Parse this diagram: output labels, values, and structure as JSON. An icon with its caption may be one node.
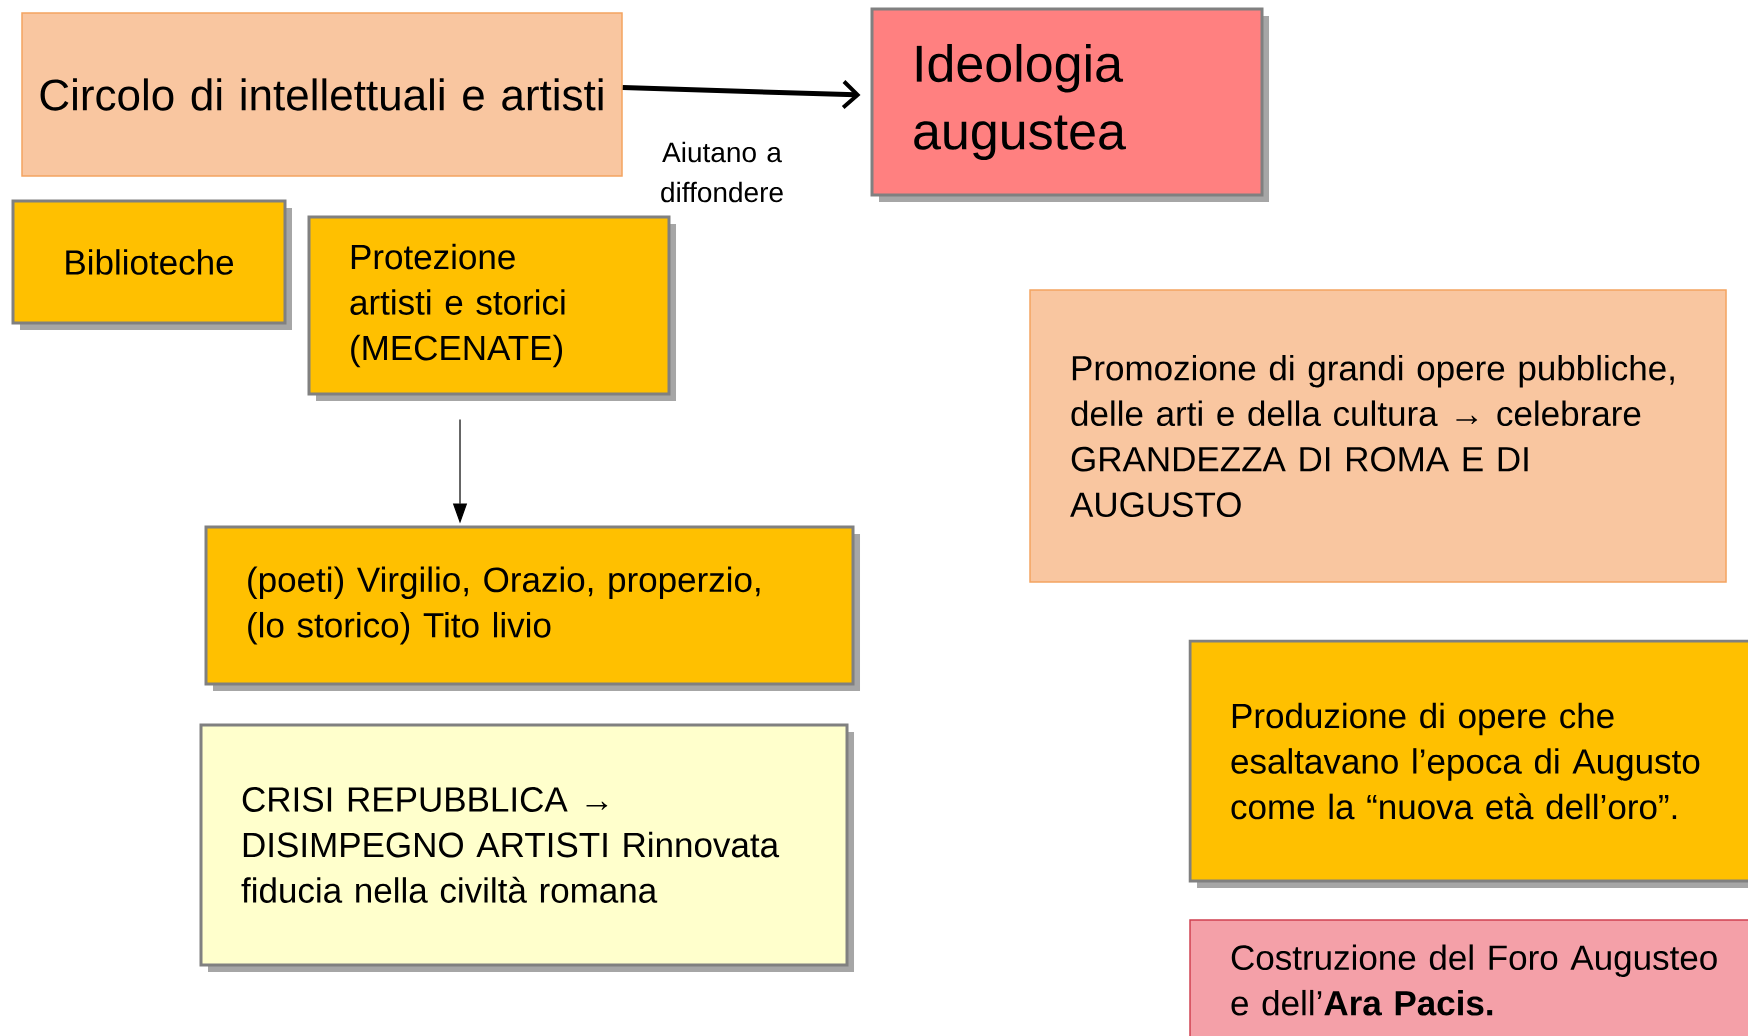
{
  "diagram": {
    "nodes": [
      {
        "text": [
          "Circolo di intellettuali e artisti"
        ]
      },
      {
        "text": [
          "Ideologia augustea"
        ]
      },
      {
        "text": [
          "Biblioteche"
        ]
      },
      {
        "text": [
          "Protezione artisti e storici (MECENATE)"
        ]
      },
      {
        "text": [
          "(poeti) Virgilio, Orazio, properzio, (lo storico) Tito livio"
        ]
      },
      {
        "text": [
          "CRISI REPUBBLICA → DISIMPEGNO ARTISTI Rinnovata fiducia nella civiltà romana"
        ]
      },
      {
        "text": [
          "Promozione di grandi opere pubbliche, delle arti e della cultura → celebrare GRANDEZZA DI ROMA E DI AUGUSTO"
        ]
      },
      {
        "text": [
          "Produzione di opere che esaltavano l’epoca di Augusto come la “nuova età dell’oro”."
        ]
      },
      {
        "text": [
          "Costruzione del Foro Augusteo e dell’**Ara Pacis.**"
        ]
      }
    ],
    "edges": [
      {
        "from": 0,
        "to": 1,
        "arrow": "to",
        "label": "Aiutano a diffondere",
        "style": "thick"
      },
      {
        "from": 3,
        "to": 4,
        "arrow": "to"
      }
    ]
  }
}
